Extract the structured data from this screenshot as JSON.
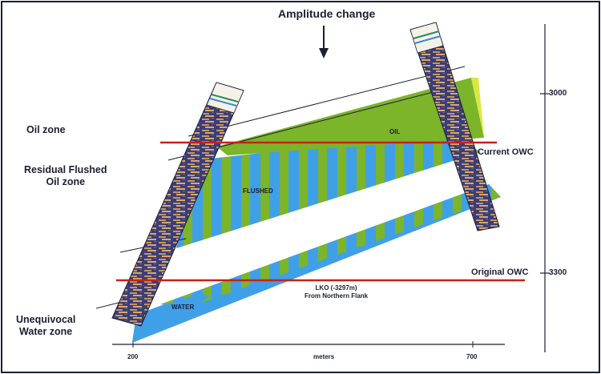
{
  "title": "Amplitude change",
  "zones": {
    "oil": "Oil zone",
    "residual": [
      "Residual Flushed",
      "Oil zone"
    ],
    "water": [
      "Unequivocal",
      "Water zone"
    ]
  },
  "contacts": {
    "current": "Current OWC",
    "original": "Original OWC"
  },
  "bodies": {
    "oil": "OIL",
    "flushed": "FLUSHED",
    "water": "WATER"
  },
  "lko": [
    "LKO (-3297m)",
    "From Northern Flank"
  ],
  "axes": {
    "x_label": "meters",
    "x_ticks": [
      "200",
      "700"
    ],
    "depth_ticks": [
      "3000",
      "3300"
    ]
  },
  "colors": {
    "oil": "#7cb42a",
    "water": "#3fa0e8",
    "contact_line": "#c8201a",
    "ink": "#1c1f33",
    "well_dark": "#3a3e7a",
    "well_light": "#c8955a"
  }
}
